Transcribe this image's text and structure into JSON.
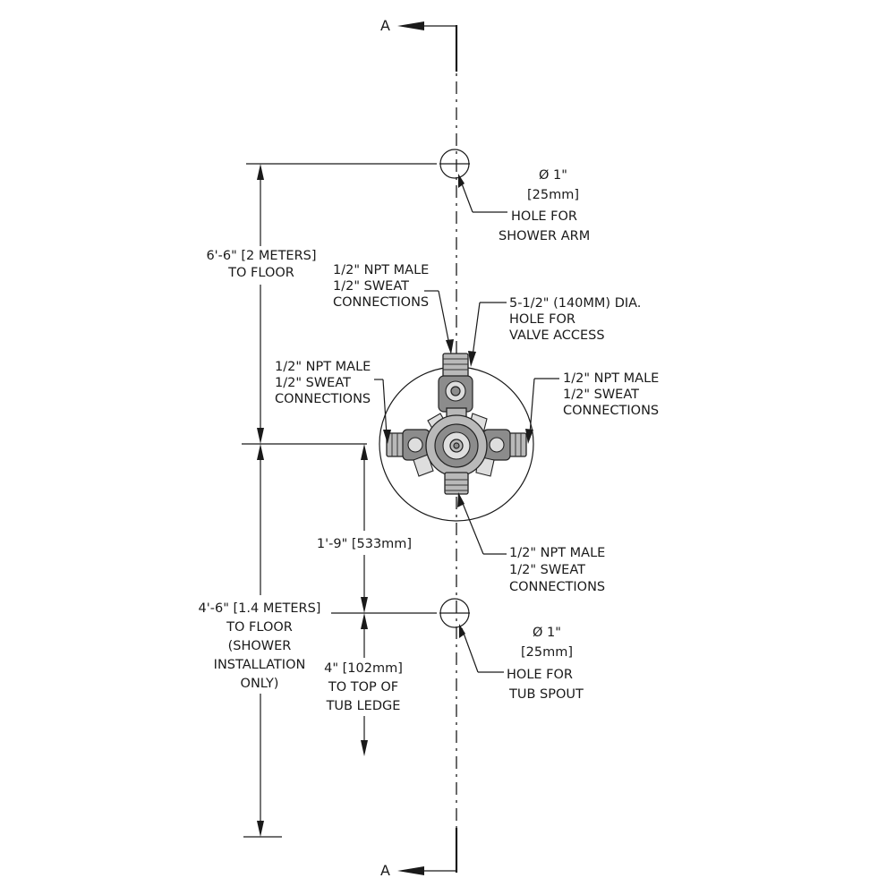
{
  "section_marker": {
    "top": "A",
    "bottom": "A"
  },
  "shower_arm_hole": {
    "diameter": "Ø 1\"",
    "metric": "[25mm]",
    "line1": "HOLE FOR",
    "line2": "SHOWER ARM"
  },
  "tub_spout_hole": {
    "diameter": "Ø 1\"",
    "metric": "[25mm]",
    "line1": "HOLE FOR",
    "line2": "TUB SPOUT"
  },
  "dim_shower_arm": {
    "line1": "6'-6\" [2 METERS]",
    "line2": "TO FLOOR"
  },
  "dim_valve_floor": {
    "line1": "4'-6\" [1.4 METERS]",
    "line2": "TO FLOOR",
    "line3": "(SHOWER",
    "line4": "INSTALLATION",
    "line5": "ONLY)"
  },
  "dim_spout": {
    "text": "1'-9\" [533mm]"
  },
  "dim_tub_ledge": {
    "line1": "4\" [102mm]",
    "line2": "TO TOP OF",
    "line3": "TUB LEDGE"
  },
  "valve_access": {
    "line1": "5-1/2\" (140MM) DIA.",
    "line2": "HOLE FOR",
    "line3": "VALVE ACCESS"
  },
  "conn_top": {
    "line1": "1/2\" NPT MALE",
    "line2": "1/2\" SWEAT",
    "line3": "CONNECTIONS"
  },
  "conn_left": {
    "line1": "1/2\" NPT MALE",
    "line2": "1/2\" SWEAT",
    "line3": "CONNECTIONS"
  },
  "conn_right": {
    "line1": "1/2\" NPT MALE",
    "line2": "1/2\" SWEAT",
    "line3": "CONNECTIONS"
  },
  "conn_bottom": {
    "line1": "1/2\" NPT MALE",
    "line2": "1/2\" SWEAT",
    "line3": "CONNECTIONS"
  }
}
